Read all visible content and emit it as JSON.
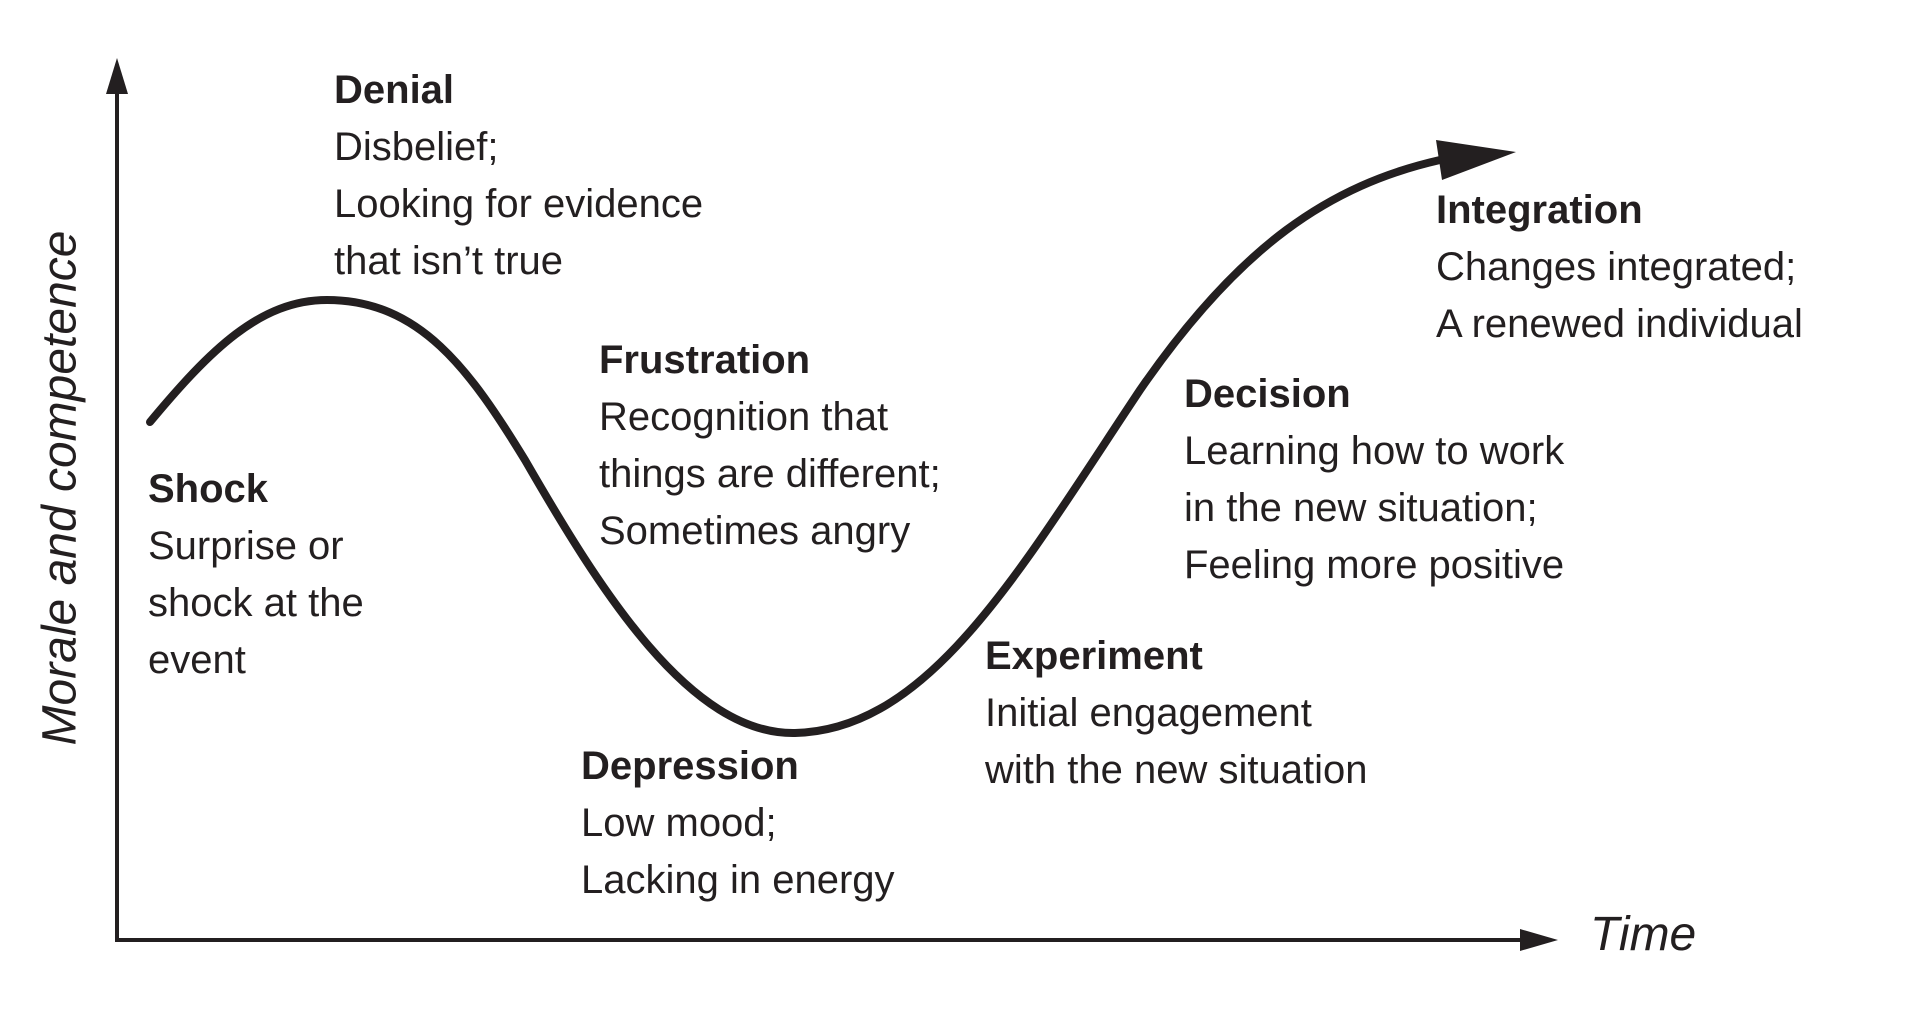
{
  "axes": {
    "y_label": "Morale and competence",
    "x_label": "Time"
  },
  "colors": {
    "ink": "#231f20",
    "background": "#ffffff"
  },
  "stages": [
    {
      "id": "shock",
      "title": "Shock",
      "lines": [
        "Surprise or",
        "shock at the",
        "event"
      ]
    },
    {
      "id": "denial",
      "title": "Denial",
      "lines": [
        "Disbelief;",
        "Looking for evidence",
        "that isn’t true"
      ]
    },
    {
      "id": "frustration",
      "title": "Frustration",
      "lines": [
        "Recognition that",
        "things are different;",
        "Sometimes angry"
      ]
    },
    {
      "id": "depression",
      "title": "Depression",
      "lines": [
        "Low mood;",
        "Lacking in energy"
      ]
    },
    {
      "id": "experiment",
      "title": "Experiment",
      "lines": [
        "Initial engagement",
        "with the new situation"
      ]
    },
    {
      "id": "decision",
      "title": "Decision",
      "lines": [
        "Learning how to work",
        "in the new situation;",
        "Feeling more positive"
      ]
    },
    {
      "id": "integration",
      "title": "Integration",
      "lines": [
        "Changes integrated;",
        "A renewed individual"
      ]
    }
  ]
}
